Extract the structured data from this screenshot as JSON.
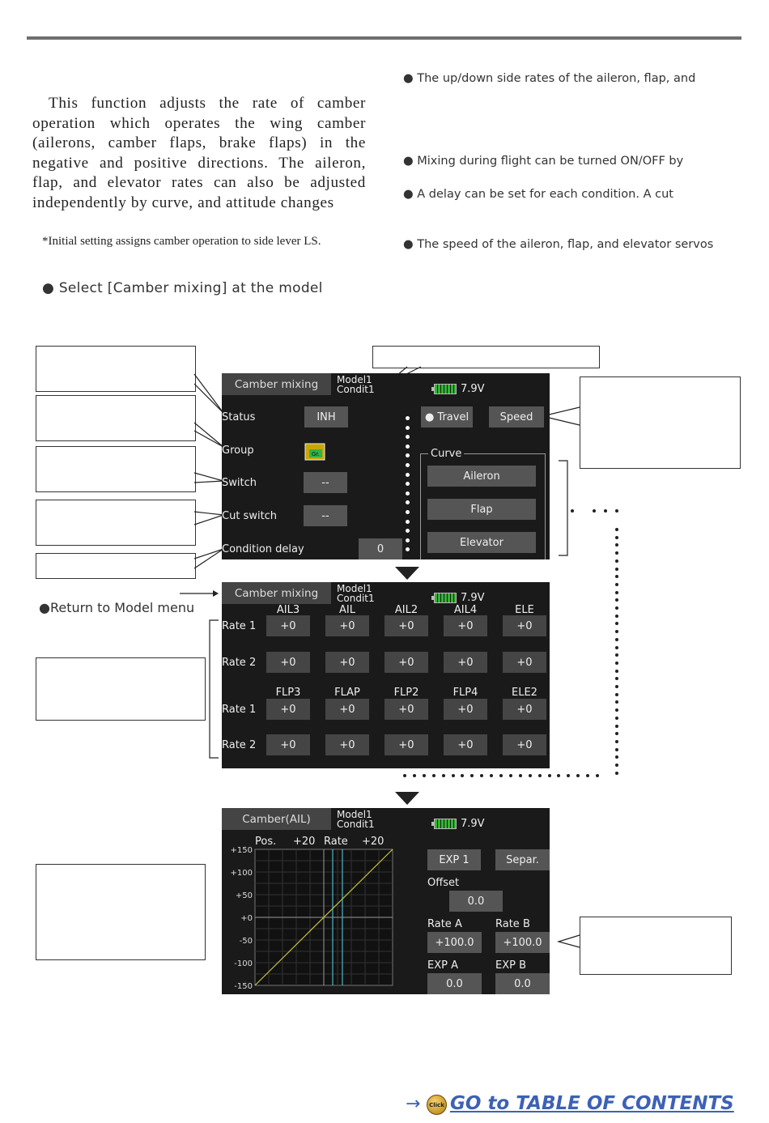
{
  "intro_text": "This function adjusts the rate of camber operation which operates the wing camber (ailerons, camber flaps, brake flaps) in the negative and positive directions. The aileron, flap, and elevator rates can also be adjusted independently by curve, and attitude changes",
  "note": "*Initial setting assigns camber operation to side lever LS.",
  "select_instruction": "● Select [Camber mixing] at the model",
  "bullets": [
    "● The up/down side rates of the aileron, flap, and",
    "● Mixing during flight can be turned ON/OFF by",
    "● A delay can be set for each condition. A cut",
    "● The speed of the aileron, flap, and elevator servos"
  ],
  "return_label": "●Return to Model menu",
  "screen1": {
    "title": "Camber mixing",
    "model": "Model1",
    "condition": "Condit1",
    "battery": "7.9V",
    "rows": [
      "Status",
      "Group",
      "Switch",
      "Cut switch",
      "Condition delay"
    ],
    "status_value": "INH",
    "group_icon_label": "Gr.",
    "switch_value": "--",
    "cut_switch_value": "--",
    "delay_value": "0",
    "travel_label": "● Travel",
    "speed_label": "Speed",
    "curve_label": "Curve",
    "curve_buttons": [
      "Aileron",
      "Flap",
      "Elevator"
    ]
  },
  "screen2": {
    "title": "Camber mixing",
    "model": "Model1",
    "condition": "Condit1",
    "battery": "7.9V",
    "header1": [
      "AIL3",
      "AIL",
      "AIL2",
      "AIL4",
      "ELE"
    ],
    "header2": [
      "FLP3",
      "FLAP",
      "FLP2",
      "FLP4",
      "ELE2"
    ],
    "row_labels": [
      "Rate 1",
      "Rate 2",
      "Rate 1",
      "Rate 2"
    ],
    "values": [
      [
        "+0",
        "+0",
        "+0",
        "+0",
        "+0"
      ],
      [
        "+0",
        "+0",
        "+0",
        "+0",
        "+0"
      ],
      [
        "+0",
        "+0",
        "+0",
        "+0",
        "+0"
      ],
      [
        "+0",
        "+0",
        "+0",
        "+0",
        "+0"
      ]
    ]
  },
  "screen3": {
    "title": "Camber(AIL)",
    "model": "Model1",
    "condition": "Condit1",
    "battery": "7.9V",
    "pos_label": "Pos.",
    "pos_value": "+20",
    "rate_label": "Rate",
    "rate_value": "+20",
    "y_ticks": [
      "+150",
      "+100",
      "+50",
      "+0",
      "-50",
      "-100",
      "-150"
    ],
    "exp_button": "EXP 1",
    "separ_button": "Separ.",
    "offset_label": "Offset",
    "offset_value": "0.0",
    "rate_a_label": "Rate A",
    "rate_a_value": "+100.0",
    "rate_b_label": "Rate B",
    "rate_b_value": "+100.0",
    "exp_a_label": "EXP A",
    "exp_a_value": "0.0",
    "exp_b_label": "EXP B",
    "exp_b_value": "0.0"
  },
  "toc_link": "GO to TABLE OF CONTENTS",
  "click_icon_label": "Click"
}
